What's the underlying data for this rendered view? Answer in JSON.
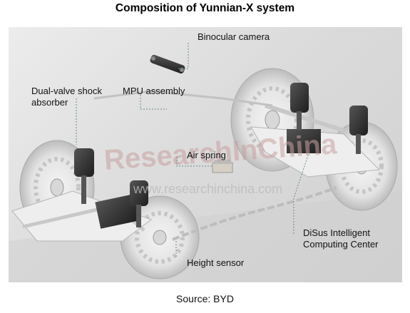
{
  "title": "Composition of Yunnian-X system",
  "labels": {
    "binocular_camera": "Binocular camera",
    "dual_valve_line1": "Dual-valve shock",
    "dual_valve_line2": "absorber",
    "mpu_assembly": "MPU assembly",
    "air_spring": "Air spring",
    "disus_line1": "DiSus Intelligent",
    "disus_line2": "Computing Center",
    "height_sensor": "Height sensor"
  },
  "watermark": {
    "brand": "ResearchInChina",
    "url": "www.researchinchina.com"
  },
  "source": "Source: BYD",
  "colors": {
    "background": "#dadada",
    "callout_line": "#6a8a8a",
    "watermark_red": "#c9a0a0",
    "component_dark": "#2a2a2a",
    "chassis_light": "#f2f2f2"
  }
}
